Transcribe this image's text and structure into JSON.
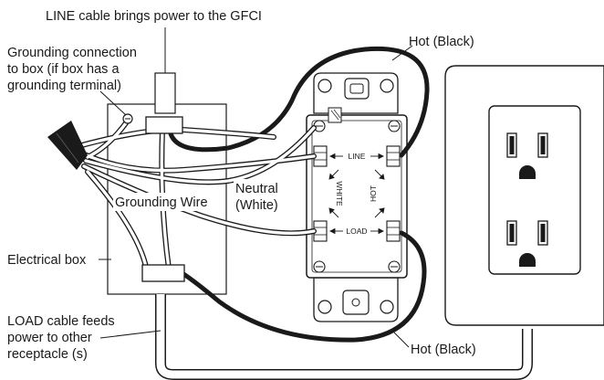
{
  "labels": {
    "line_cable": "LINE cable brings power to the GFCI",
    "grounding_connection": [
      "Grounding connection",
      "to box (if box has a",
      "grounding terminal)"
    ],
    "hot_top": "Hot (Black)",
    "grounding_wire": "Grounding Wire",
    "neutral": [
      "Neutral",
      "(White)"
    ],
    "electrical_box": "Electrical box",
    "load_cable": [
      "LOAD cable feeds",
      "power to other",
      "receptacle (s)"
    ],
    "hot_bottom": "Hot (Black)"
  },
  "gfci_markings": {
    "line": "LINE",
    "load": "LOAD",
    "white": "WHITE",
    "hot": "HOT"
  },
  "colors": {
    "ink": "#1a1a1a",
    "hot_wire": "#1a1a1a",
    "neutral_wire": "#ffffff"
  }
}
